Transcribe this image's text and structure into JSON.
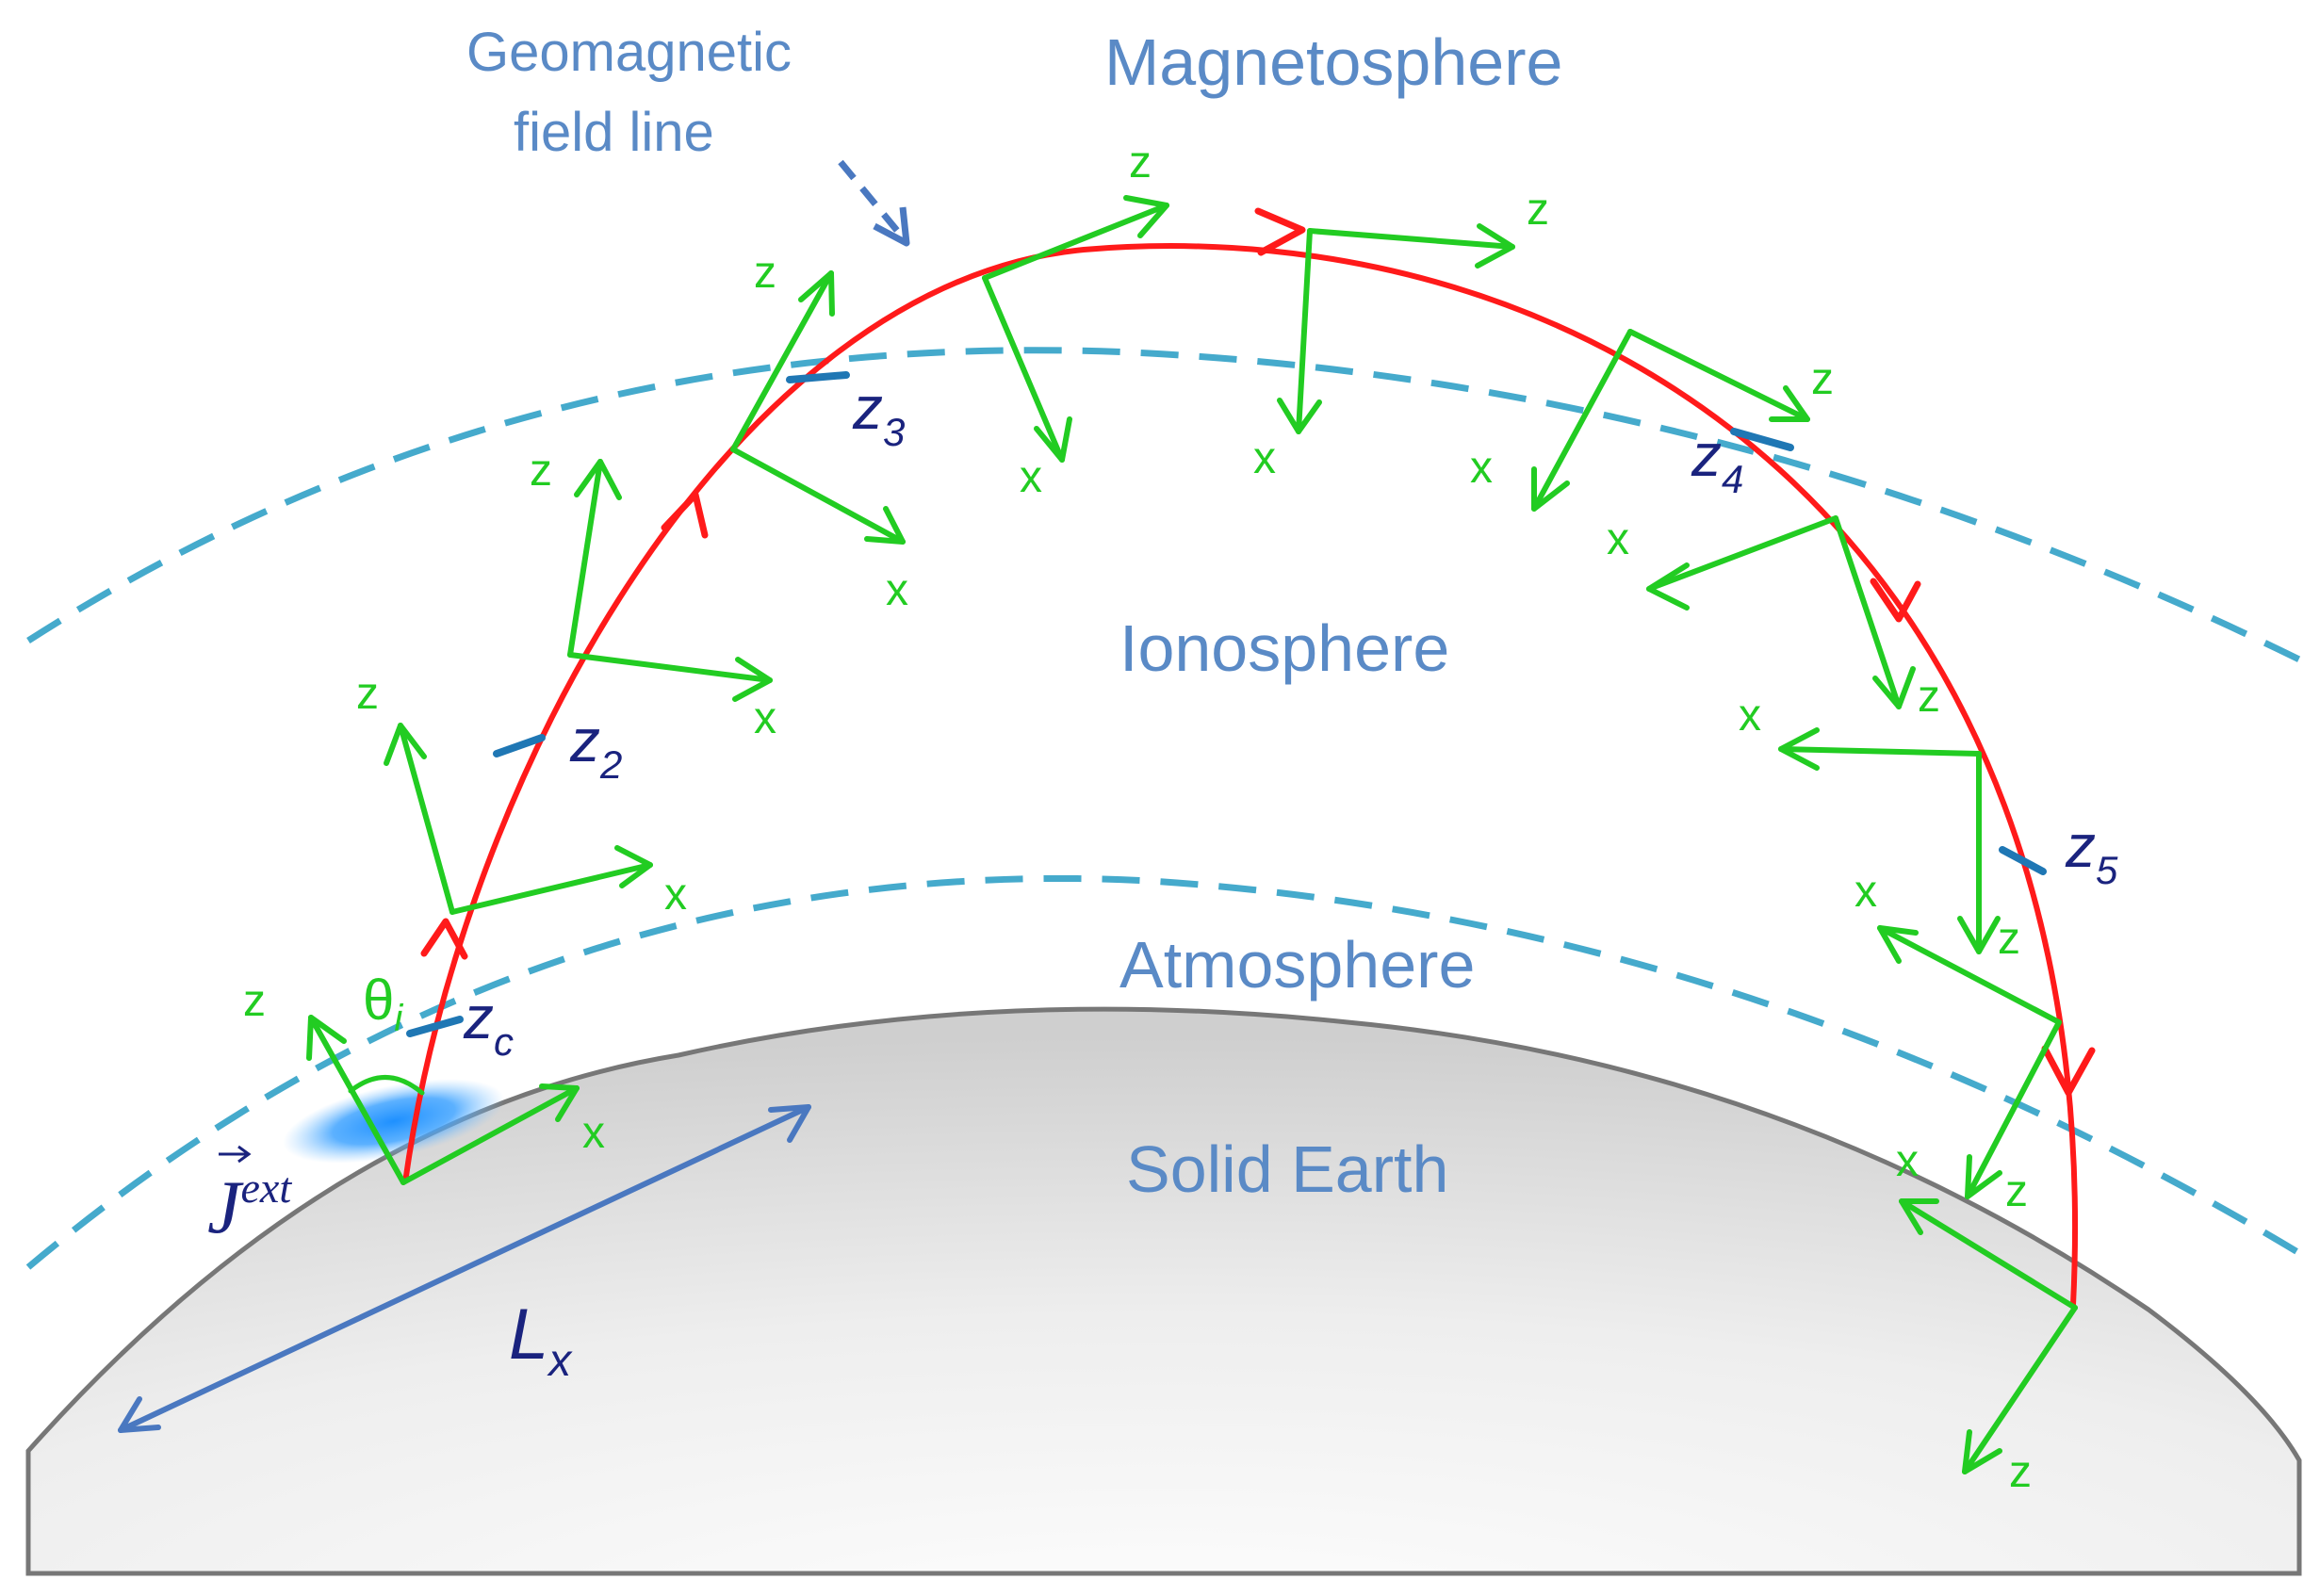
{
  "labels": {
    "geomagnetic_line1": "Geomagnetic",
    "geomagnetic_line2": "field line",
    "magnetosphere": "Magnetosphere",
    "ionosphere": "Ionosphere",
    "atmosphere": "Atmosphere",
    "solid_earth": "Solid Earth"
  },
  "symbols": {
    "theta": "θ",
    "theta_sub": "i",
    "z_main": "z",
    "z_sub_c": "c",
    "z_sub_2": "2",
    "z_sub_3": "3",
    "z_sub_4": "4",
    "z_sub_5": "5",
    "j_main": "J",
    "j_sup": "ext",
    "lx_main": "L",
    "lx_sub": "x"
  },
  "axis_letters": {
    "z": "z",
    "x": "x"
  },
  "colors": {
    "field_line": "#ff1a1a",
    "axes": "#22cc22",
    "region_text": "#5a8ac6",
    "boundary_dash": "#45aacc",
    "z_markers": "#1f77b4",
    "dark_labels": "#1a237e",
    "earth_fill": "#d4d4d4",
    "earth_edge": "#777777",
    "current_blob": "#1e90ff",
    "lx_arrow": "#4a78c0"
  }
}
